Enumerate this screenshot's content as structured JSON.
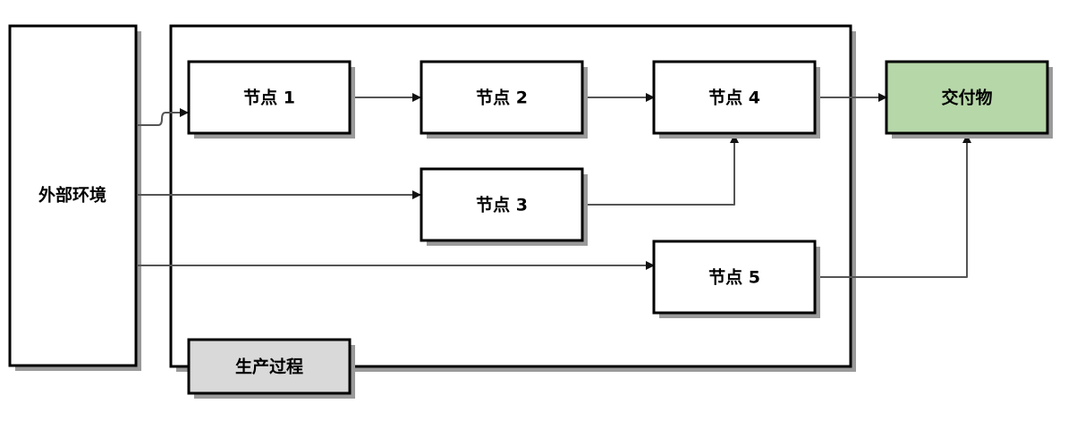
{
  "colors": {
    "stroke": "#000000",
    "box_fill": "#ffffff",
    "edge": "#555555",
    "shadow": "#9a9a9a",
    "deliverable_fill": "#b6d7a8",
    "process_label_fill": "#d9d9d9"
  },
  "nodes": {
    "external_env": "外部环境",
    "node1": "节点 1",
    "node2": "节点 2",
    "node3": "节点 3",
    "node4": "节点 4",
    "node5": "节点 5",
    "deliverable": "交付物",
    "process": "生产过程"
  },
  "edges": [
    {
      "from": "external_env",
      "to": "node1"
    },
    {
      "from": "external_env",
      "to": "node3"
    },
    {
      "from": "external_env",
      "to": "node5"
    },
    {
      "from": "node1",
      "to": "node2"
    },
    {
      "from": "node2",
      "to": "node4"
    },
    {
      "from": "node3",
      "to": "node4"
    },
    {
      "from": "node4",
      "to": "deliverable"
    },
    {
      "from": "node5",
      "to": "deliverable"
    }
  ]
}
